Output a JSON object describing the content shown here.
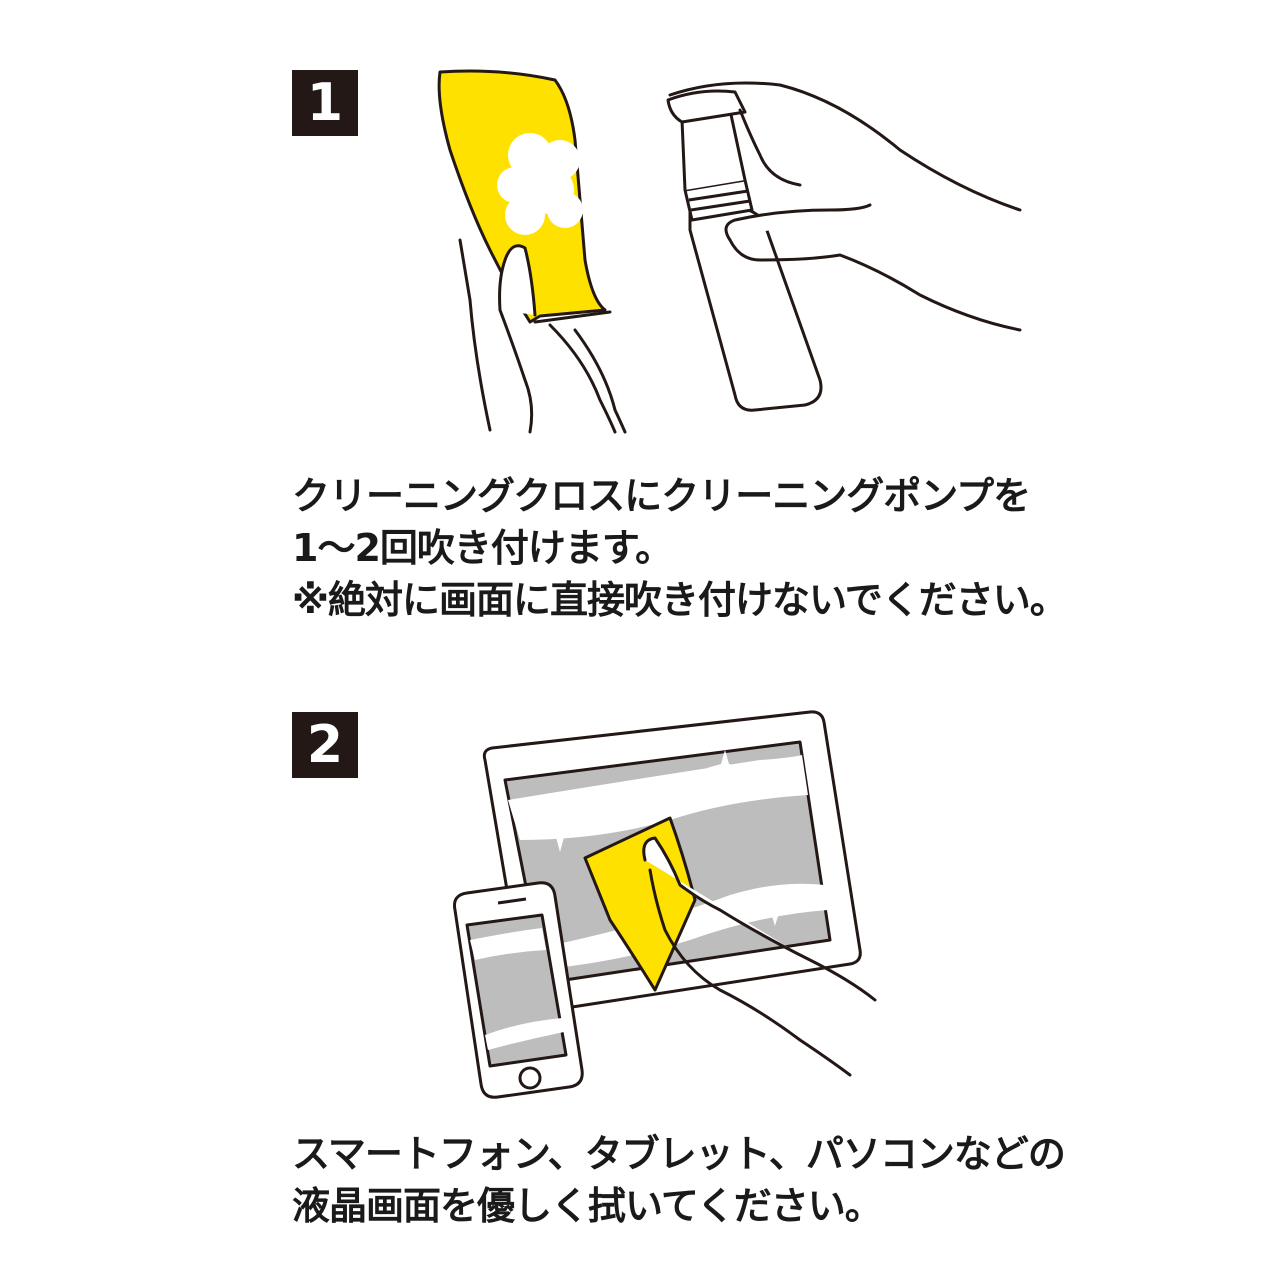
{
  "steps": [
    {
      "number": "1",
      "lines": [
        "クリーニングクロスにクリーニングポンプを",
        "1〜2回吹き付けます。",
        "※絶対に画面に直接吹き付けないでください。"
      ]
    },
    {
      "number": "2",
      "lines": [
        "スマートフォン、タブレット、パソコンなどの",
        "液晶画面を優しく拭いてください。"
      ]
    }
  ],
  "colors": {
    "badge": "#231815",
    "cloth": "#FFE100",
    "screen": "#BDBDBD",
    "outline": "#231815"
  },
  "icons": [
    "hand-holding-cloth-icon",
    "spray-bottle-icon",
    "tablet-icon",
    "smartphone-icon",
    "hand-wiping-icon",
    "sparkle-icon"
  ]
}
